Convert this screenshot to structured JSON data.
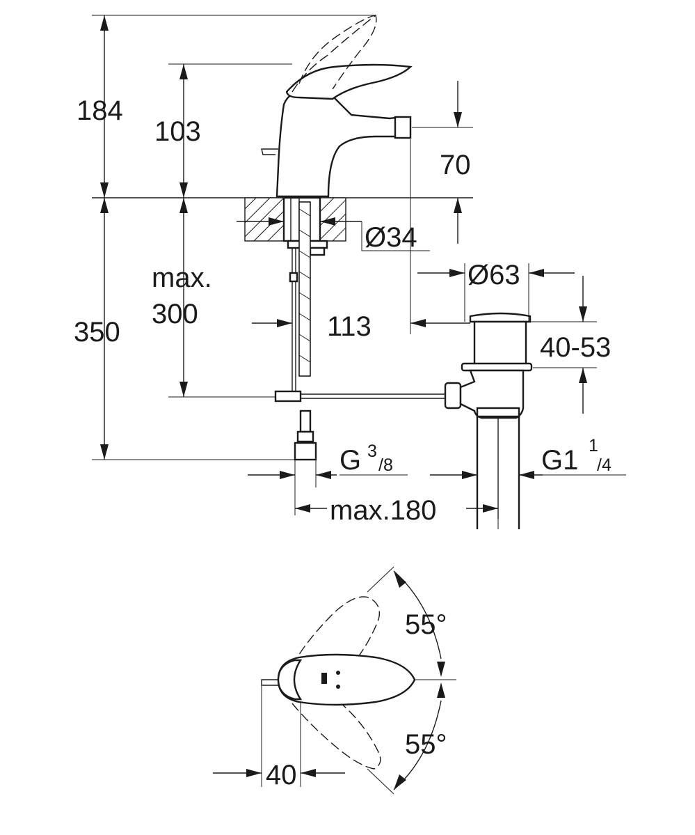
{
  "dimensions": {
    "height_total": "184",
    "height_spout_top": "103",
    "height_spout": "70",
    "hole_diameter": "Ø34",
    "max_hose_label": "max.",
    "max_hose_value": "300",
    "below_counter": "350",
    "popup_diameter": "Ø63",
    "spout_reach": "113",
    "popup_adjust": "40-53",
    "inlet_thread_main": "G",
    "inlet_thread_num": "3",
    "inlet_thread_den": "/8",
    "waste_thread_main": "G1",
    "waste_thread_num": "1",
    "waste_thread_den": "/4",
    "max_horizontal": "max.180",
    "swivel_angle_top": "55°",
    "swivel_angle_bottom": "55°",
    "lever_offset": "40"
  }
}
